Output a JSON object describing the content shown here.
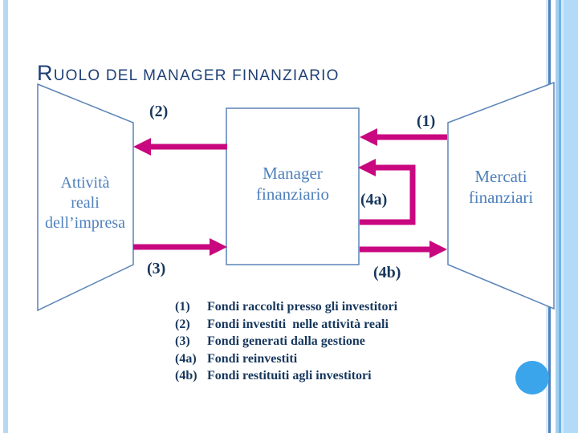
{
  "slide": {
    "title": "RUOLO DEL MANAGER FINANZIARIO"
  },
  "diagram": {
    "nodes": {
      "real_assets": {
        "lines": [
          "Attività",
          "reali",
          "dell’impresa"
        ]
      },
      "financial_manager": {
        "lines": [
          "Manager",
          "finanziario"
        ]
      },
      "financial_markets": {
        "lines": [
          "Mercati",
          "finanziari"
        ]
      }
    },
    "flow_labels": {
      "f1": "(1)",
      "f2": "(2)",
      "f3": "(3)",
      "f4a": "(4a)",
      "f4b": "(4b)"
    }
  },
  "legend": {
    "items": [
      {
        "num": "(1)",
        "text": "Fondi raccolti presso gli investitori"
      },
      {
        "num": "(2)",
        "text": "Fondi investiti  nelle attività reali"
      },
      {
        "num": "(3)",
        "text": "Fondi generati dalla gestione"
      },
      {
        "num": "(4a)",
        "text": "Fondi reinvestiti"
      },
      {
        "num": "(4b)",
        "text": "Fondi restituiti agli investitori"
      }
    ]
  },
  "colors": {
    "arrow": "#c9077f",
    "shape_border": "#5b84b8",
    "shape_text": "#4f81bd",
    "title_text": "#1e4076",
    "label_text": "#17375d",
    "accent_circle": "#3aa5ea",
    "stripe_dark": "#4f81bd",
    "stripe_light": "#b3dbf7"
  }
}
